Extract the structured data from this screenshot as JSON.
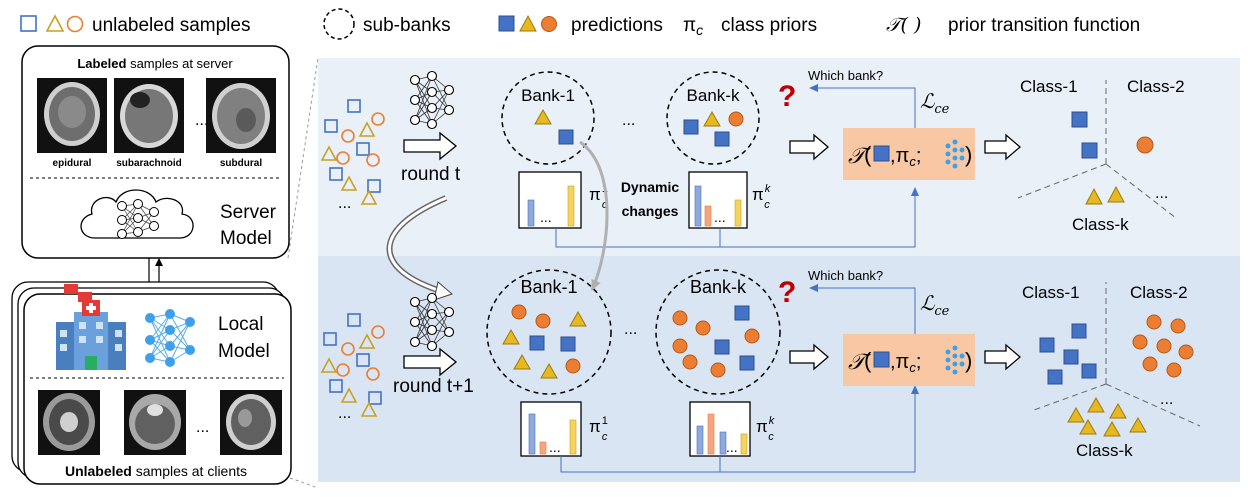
{
  "legend": {
    "unlabeled": "unlabeled samples",
    "subbanks": "sub-banks",
    "predictions": "predictions",
    "pi_sym": "π",
    "pi_sub": "c",
    "class_priors": "class priors",
    "t_sym": "𝒯( )",
    "transition": "prior transition function"
  },
  "server": {
    "title_bold": "Labeled",
    "title_rest": " samples at server",
    "scan_labels": [
      "epidural",
      "subarachnoid",
      "subdural"
    ],
    "ellipsis": "...",
    "model_line1": "Server",
    "model_line2": "Model"
  },
  "client": {
    "model_line1": "Local",
    "model_line2": "Model",
    "ellipsis": "...",
    "footer_bold": "Unlabeled",
    "footer_rest": " samples at clients"
  },
  "rows": [
    {
      "round": "round t",
      "bank1": "Bank-1",
      "bankk": "Bank-k",
      "dots": "...",
      "pi1_base": "π",
      "pi1_sub": "c",
      "pi1_sup": "1",
      "pik_base": "π",
      "pik_sub": "c",
      "pik_sup": "k",
      "which_bank": "Which bank?",
      "question": "?",
      "loss": "ℒ",
      "loss_sub": "ce",
      "formula_T": "𝒯",
      "formula_mid": ",π",
      "formula_sub": "c",
      "formula_semi": ";",
      "class1": "Class-1",
      "class2": "Class-2",
      "classk": "Class-k",
      "space_dots": "..."
    },
    {
      "round": "round t+1",
      "bank1": "Bank-1",
      "bankk": "Bank-k",
      "dots": "...",
      "pi1_base": "π",
      "pi1_sub": "c",
      "pi1_sup": "1",
      "pik_base": "π",
      "pik_sub": "c",
      "pik_sup": "k",
      "which_bank": "Which bank?",
      "question": "?",
      "loss": "ℒ",
      "loss_sub": "ce",
      "formula_T": "𝒯",
      "formula_mid": ",π",
      "formula_sub": "c",
      "formula_semi": ";",
      "class1": "Class-1",
      "class2": "Class-2",
      "classk": "Class-k",
      "space_dots": "..."
    }
  ],
  "dynamic_line1": "Dynamic",
  "dynamic_line2": "changes",
  "colors": {
    "square": "#4472c4",
    "triangle": "#e8b820",
    "circle": "#ed7d31",
    "row1_bg": "#e9f0f8",
    "row2_bg": "#d9e5f2",
    "formula_bg": "#f8c8a4",
    "question": "#c00000"
  }
}
